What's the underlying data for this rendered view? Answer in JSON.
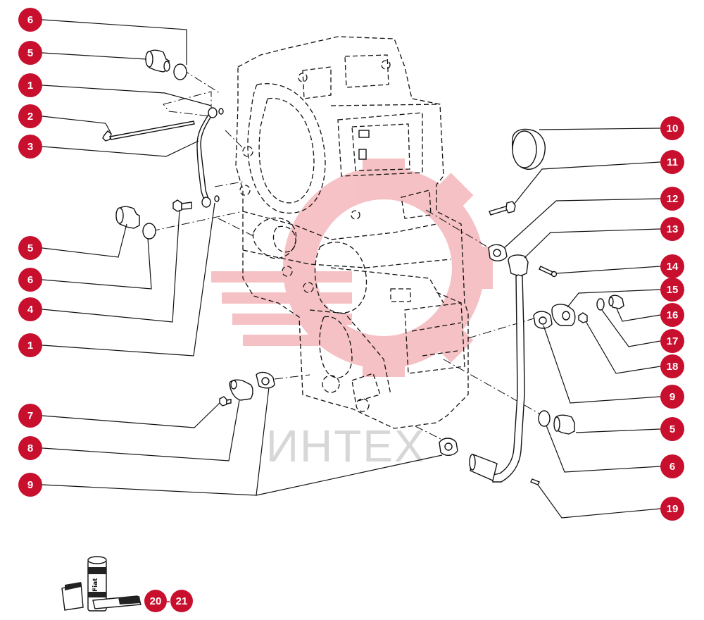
{
  "diagram": {
    "watermark_text": "ИНТЕХ",
    "accent_color": "#c8102e",
    "callouts": [
      {
        "id": "c1",
        "label": "6"
      },
      {
        "id": "c2",
        "label": "5"
      },
      {
        "id": "c3",
        "label": "1"
      },
      {
        "id": "c4",
        "label": "2"
      },
      {
        "id": "c5",
        "label": "3"
      },
      {
        "id": "c6",
        "label": "5"
      },
      {
        "id": "c7",
        "label": "6"
      },
      {
        "id": "c8",
        "label": "4"
      },
      {
        "id": "c9",
        "label": "1"
      },
      {
        "id": "c10",
        "label": "7"
      },
      {
        "id": "c11",
        "label": "8"
      },
      {
        "id": "c12",
        "label": "9"
      },
      {
        "id": "c13",
        "label": "10"
      },
      {
        "id": "c14",
        "label": "11"
      },
      {
        "id": "c15",
        "label": "12"
      },
      {
        "id": "c16",
        "label": "13"
      },
      {
        "id": "c17",
        "label": "14"
      },
      {
        "id": "c18",
        "label": "15"
      },
      {
        "id": "c19",
        "label": "16"
      },
      {
        "id": "c20",
        "label": "17"
      },
      {
        "id": "c21",
        "label": "18"
      },
      {
        "id": "c22",
        "label": "9"
      },
      {
        "id": "c23",
        "label": "5"
      },
      {
        "id": "c24",
        "label": "6"
      },
      {
        "id": "c25",
        "label": "19"
      },
      {
        "id": "c26",
        "label": "20"
      },
      {
        "id": "c27",
        "label": "21"
      }
    ],
    "kit_label": "Fiat",
    "separator": "-"
  }
}
